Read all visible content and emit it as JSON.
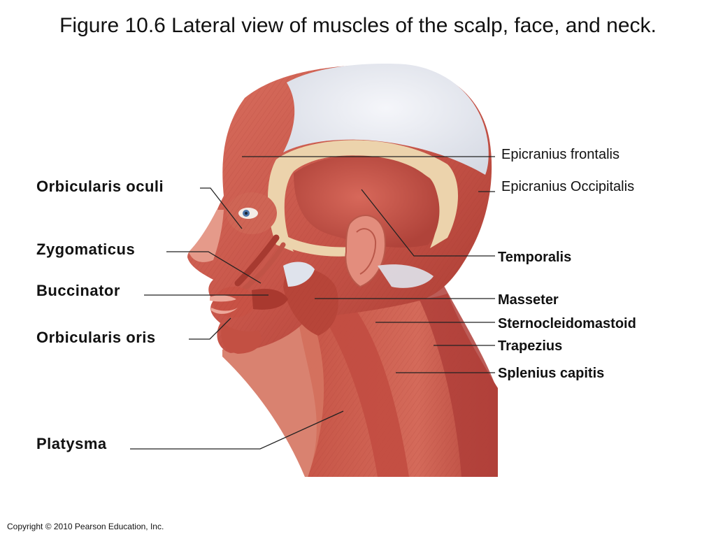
{
  "slide": {
    "title": "Figure 10.6  Lateral view of muscles of the scalp, face, and neck.",
    "copyright": "Copyright © 2010 Pearson Education, Inc."
  },
  "labels": {
    "left": [
      {
        "id": "orbicularis-oculi",
        "text": "Orbicularis oculi"
      },
      {
        "id": "zygomaticus",
        "text": "Zygomaticus"
      },
      {
        "id": "buccinator",
        "text": "Buccinator"
      },
      {
        "id": "orbicularis-oris",
        "text": "Orbicularis oris"
      },
      {
        "id": "platysma",
        "text": "Platysma"
      }
    ],
    "right": [
      {
        "id": "epicranius-frontalis",
        "text": "Epicranius frontalis"
      },
      {
        "id": "epicranius-occipitalis",
        "text": "Epicranius Occipitalis"
      },
      {
        "id": "temporalis",
        "text": "Temporalis"
      },
      {
        "id": "masseter",
        "text": "Masseter"
      },
      {
        "id": "sternocleidomastoid",
        "text": "Sternocleidomastoid"
      },
      {
        "id": "trapezius",
        "text": "Trapezius"
      },
      {
        "id": "splenius-capitis",
        "text": "Splenius capitis"
      }
    ]
  },
  "colors": {
    "muscle": "#c8564a",
    "muscle_dark": "#a93a31",
    "muscle_light": "#de7f70",
    "aponeurosis": "#e4e7ef",
    "tendon": "#ecd3ac",
    "leader": "#222222"
  }
}
